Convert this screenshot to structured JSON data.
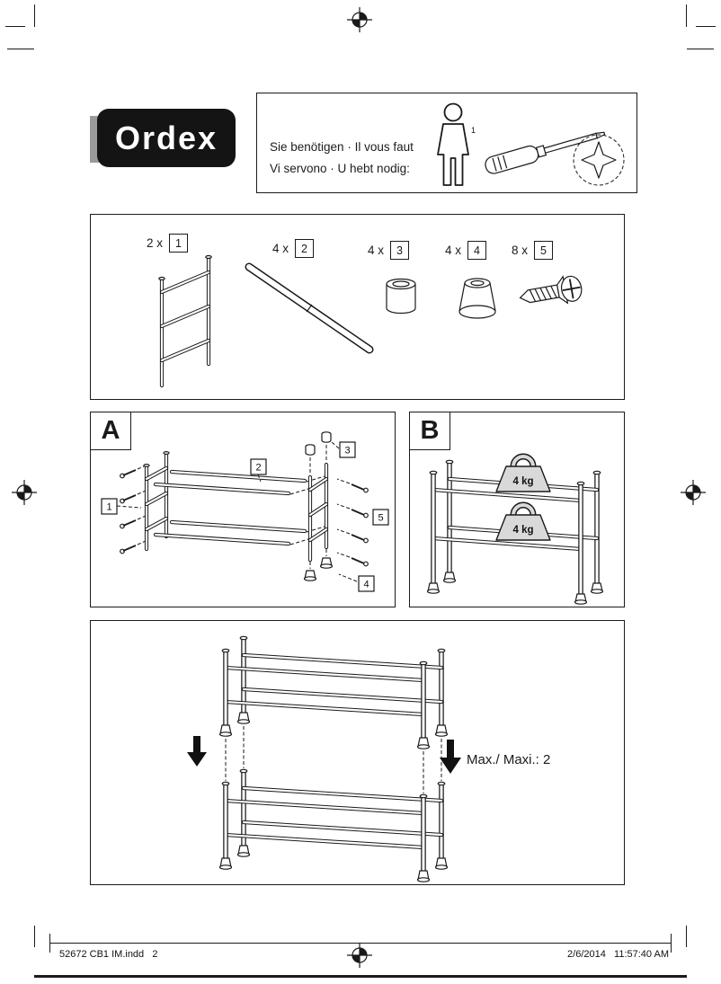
{
  "logo": {
    "text": "Ordex"
  },
  "you_need": {
    "line1": "Sie benötigen · Il vous faut",
    "line2": "Vi servono · U hebt nodig:",
    "person_count": "1"
  },
  "parts_box": {
    "items": [
      {
        "qty": "2 x",
        "num": "1",
        "part": "side-frame"
      },
      {
        "qty": "4 x",
        "num": "2",
        "part": "cross-tube"
      },
      {
        "qty": "4 x",
        "num": "3",
        "part": "end-cap"
      },
      {
        "qty": "4 x",
        "num": "4",
        "part": "foot-cap"
      },
      {
        "qty": "8 x",
        "num": "5",
        "part": "screw"
      }
    ]
  },
  "step_a": {
    "label": "A",
    "callouts": {
      "c1": "1",
      "c2": "2",
      "c3": "3",
      "c4": "4",
      "c5": "5"
    }
  },
  "step_b": {
    "label": "B",
    "weight_top": "4 kg",
    "weight_bottom": "4 kg"
  },
  "stacking": {
    "max_label": "Max./ Maxi.: 2"
  },
  "footer": {
    "left": "52672 CB1 IM.indd   2",
    "right": "2/6/2014   11:57:40 AM"
  }
}
